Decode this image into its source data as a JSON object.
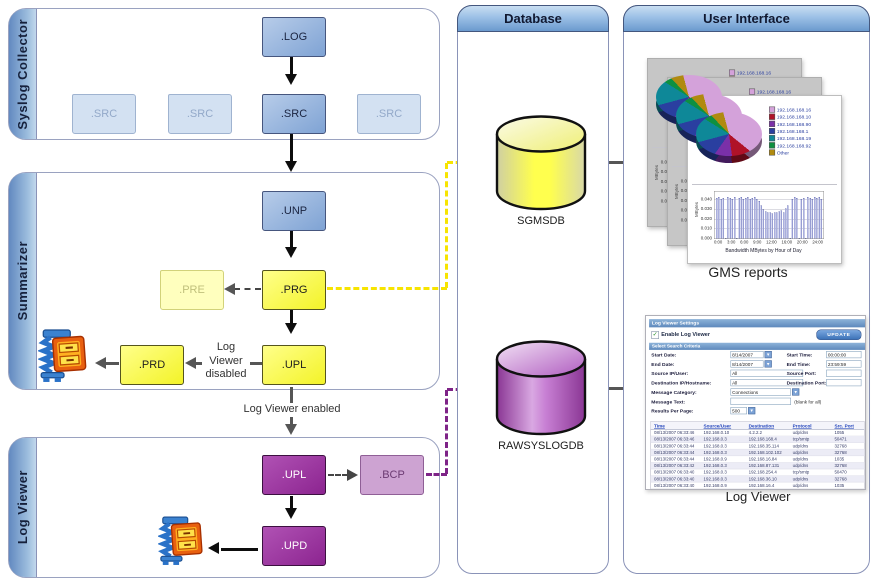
{
  "diagram": {
    "sections": [
      {
        "id": "syslog",
        "label": "Syslog Collector"
      },
      {
        "id": "summarizer",
        "label": "Summarizer"
      },
      {
        "id": "logviewer",
        "label": "Log Viewer"
      }
    ],
    "folders": {
      "log": ".LOG",
      "src1": ".SRC",
      "src2": ".SRC",
      "src_active": ".SRC",
      "src4": ".SRC",
      "unp": ".UNP",
      "pre": ".PRE",
      "prg": ".PRG",
      "prd": ".PRD",
      "upl_sum": ".UPL",
      "upl_lv": ".UPL",
      "bcp": ".BCP",
      "upd": ".UPD"
    },
    "annotations": {
      "disabled": "Log Viewer disabled",
      "enabled": "Log Viewer enabled"
    },
    "database_panel": {
      "title": "Database",
      "db1": "SGMSDB",
      "db2": "RAWSYSLOGDB"
    },
    "ui_panel": {
      "title": "User Interface",
      "gms_caption": "GMS reports",
      "lv_caption": "Log Viewer"
    }
  },
  "chart_data": [
    {
      "type": "pie",
      "legend_position": "right",
      "labels": [
        "192.168.168.16",
        "192.168.168.10",
        "192.168.168.90",
        "192.168.168.1",
        "192.168.168.19",
        "192.168.168.92",
        "Other"
      ],
      "values": [
        40,
        12,
        12,
        11,
        13,
        4,
        8
      ],
      "colors": [
        "#d4a2da",
        "#b01228",
        "#7a30a8",
        "#2a3fa0",
        "#0e8898",
        "#0e9040",
        "#b08a10"
      ]
    },
    {
      "type": "bar",
      "title": "Bandwidth MBytes by Hour of Day",
      "ylabel": "MBytes",
      "ylim": [
        0,
        0.048
      ],
      "yticks": [
        "0.000",
        "0.010",
        "0.020",
        "0.030",
        "0.040"
      ],
      "xticks": [
        "0:00",
        "3:00",
        "6:00",
        "9:00",
        "12:00",
        "16:00",
        "20:00",
        "24:00"
      ],
      "values": [
        0.041,
        0.042,
        0.04,
        0.041,
        0,
        0.042,
        0.041,
        0.04,
        0.042,
        0,
        0.041,
        0.042,
        0.04,
        0.041,
        0.042,
        0.04,
        0.041,
        0.042,
        0.04,
        0.038,
        0.033,
        0.029,
        0.027,
        0.026,
        0.026,
        0.025,
        0.026,
        0.026,
        0.027,
        0.028,
        0.026,
        0.03,
        0.033,
        0,
        0.04,
        0.042,
        0.041,
        0,
        0.04,
        0.041,
        0,
        0.042,
        0.041,
        0.04,
        0.042,
        0.041,
        0.042,
        0.04
      ]
    }
  ],
  "log_viewer_app": {
    "settings_header": "Log Viewer Settings",
    "enable_checkbox_label": "Enable Log Viewer",
    "enable_checked": "✓",
    "update_button": "UPDATE",
    "criteria_header": "Select Search Criteria",
    "fields_left": [
      {
        "label": "Start Date:",
        "value": "8/14/2007",
        "type": "select"
      },
      {
        "label": "End Date:",
        "value": "8/14/2007",
        "type": "select"
      },
      {
        "label": "Source IP/User:",
        "value": "All",
        "type": "text"
      },
      {
        "label": "Destination IP/Hostname:",
        "value": "All",
        "type": "text"
      },
      {
        "label": "Message Category:",
        "value": "Connections",
        "type": "select"
      },
      {
        "label": "Message Text:",
        "value": "",
        "type": "text",
        "note": "(blank for all)"
      },
      {
        "label": "Results Per Page:",
        "value": "500",
        "type": "select"
      }
    ],
    "fields_right": [
      {
        "label": "Start Time:",
        "value": "00:00:00",
        "type": "text"
      },
      {
        "label": "End Time:",
        "value": "23:59:59",
        "type": "text"
      },
      {
        "label": "Source Port:",
        "value": "",
        "type": "text"
      },
      {
        "label": "Destination Port:",
        "value": "",
        "type": "text"
      }
    ],
    "table": {
      "headers": [
        "Time",
        "Source/User",
        "Destination",
        "Protocol",
        "Src. Port"
      ],
      "rows": [
        [
          "08/13/2007 06:33:46",
          "192.168.0.10",
          "4.2.2.2",
          "udp/dns",
          "1055"
        ],
        [
          "08/13/2007 06:33:46",
          "192.168.0.3",
          "192.168.168.4",
          "tcp/smtp",
          "50471"
        ],
        [
          "08/13/2007 06:33:44",
          "192.168.0.3",
          "192.168.35.114",
          "udp/dns",
          "32768"
        ],
        [
          "08/13/2007 06:33:44",
          "192.168.0.3",
          "192.168.102.102",
          "udp/dns",
          "32768"
        ],
        [
          "08/13/2007 06:33:44",
          "192.168.0.9",
          "192.168.16.84",
          "udp/dns",
          "1035"
        ],
        [
          "08/13/2007 06:33:42",
          "192.168.0.3",
          "192.168.87.131",
          "udp/dns",
          "32768"
        ],
        [
          "08/13/2007 06:33:40",
          "192.168.0.3",
          "192.168.254.4",
          "tcp/smtp",
          "50470"
        ],
        [
          "08/13/2007 06:33:40",
          "192.168.0.3",
          "192.168.36.10",
          "udp/dns",
          "32768"
        ],
        [
          "08/13/2007 06:33:40",
          "192.168.0.9",
          "192.168.16.4",
          "udp/dns",
          "1035"
        ]
      ]
    }
  }
}
